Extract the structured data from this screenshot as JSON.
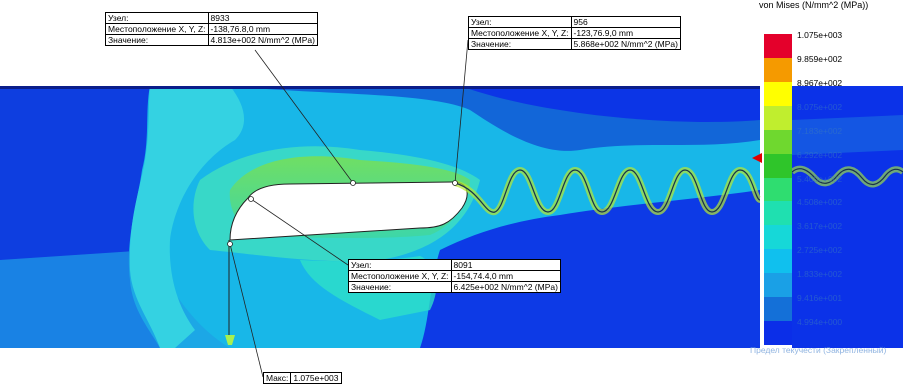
{
  "legend": {
    "title": "von Mises (N/mm^2 (MPa))",
    "ticks": [
      "1.075e+003",
      "9.859e+002",
      "8.967e+002",
      "8.075e+002",
      "7.183e+002",
      "6.292e+002",
      "5.400e+002",
      "4.508e+002",
      "3.617e+002",
      "2.725e+002",
      "1.833e+002",
      "9.416e+001",
      "4.994e+000"
    ],
    "colors": [
      "#e4002b",
      "#f59a00",
      "#ffff00",
      "#c0ee2e",
      "#6fd82f",
      "#2fc52a",
      "#2fdd70",
      "#1fe0b0",
      "#16d8d8",
      "#10c0ee",
      "#1aa0e6",
      "#1470d8",
      "#0b2ee8"
    ],
    "limit_note": "Предел текучести (Закрепленный)"
  },
  "probes": [
    {
      "node_label": "Узел:",
      "node": "8933",
      "loc_label": "Местоположение X, Y, Z:",
      "loc": "-138,76.8,0 mm",
      "val_label": "Значение:",
      "val": "4.813e+002 N/mm^2 (MPa)"
    },
    {
      "node_label": "Узел:",
      "node": "956",
      "loc_label": "Местоположение X, Y, Z:",
      "loc": "-123,76.9,0 mm",
      "val_label": "Значение:",
      "val": "5.868e+002 N/mm^2 (MPa)"
    },
    {
      "node_label": "Узел:",
      "node": "8091",
      "loc_label": "Местоположение X, Y, Z:",
      "loc": "-154,74.4,0 mm",
      "val_label": "Значение:",
      "val": "6.425e+002 N/mm^2 (MPa)"
    }
  ],
  "max": {
    "label": "Макс:",
    "value": "1.075e+003"
  }
}
